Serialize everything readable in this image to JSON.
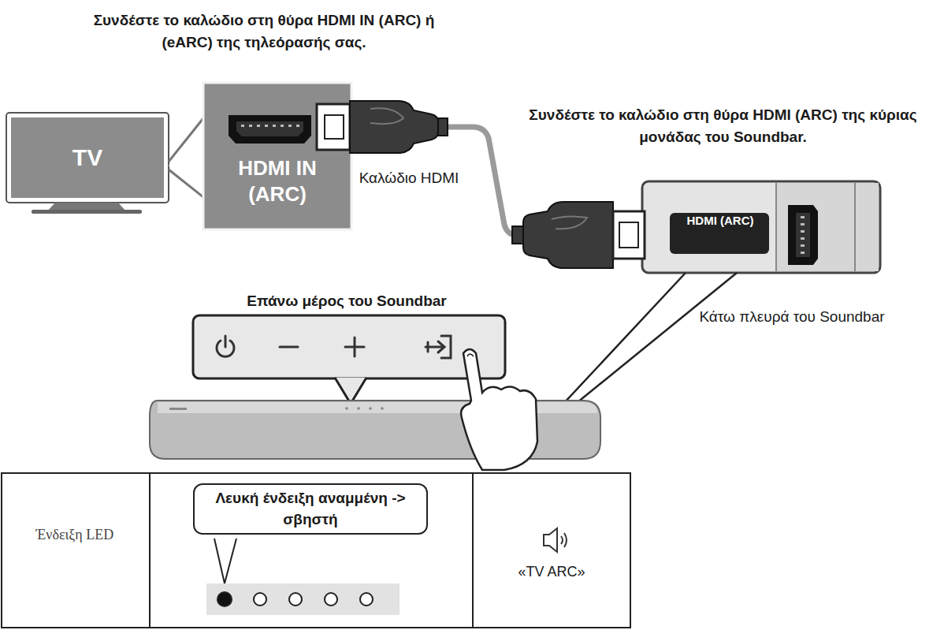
{
  "diagram": {
    "nodes": [
      {
        "text": [
          "TV"
        ]
      },
      {
        "text": [
          "HDMI IN (ARC)"
        ]
      },
      {
        "text": [
          "HDMI (ARC)"
        ]
      },
      {
        "text": [
          "Λευκή ένδειξη αναμμένη -> σβηστή"
        ]
      }
    ],
    "edges": [
      {
        "from": 1,
        "to": 2,
        "arrow": "none"
      }
    ],
    "labels": [
      "Συνδέστε το καλώδιο στη θύρα HDMI IN (ARC) ή (eARC) της τηλεόρασής σας.",
      "Καλώδιο HDMI",
      "Συνδέστε το καλώδιο στη θύρα HDMI (ARC) της κύριας μονάδας του Soundbar.",
      "Επάνω μέρος του Soundbar",
      "Κάτω πλευρά του Soundbar",
      "Ένδειξη LED",
      "«TV ARC»"
    ]
  }
}
